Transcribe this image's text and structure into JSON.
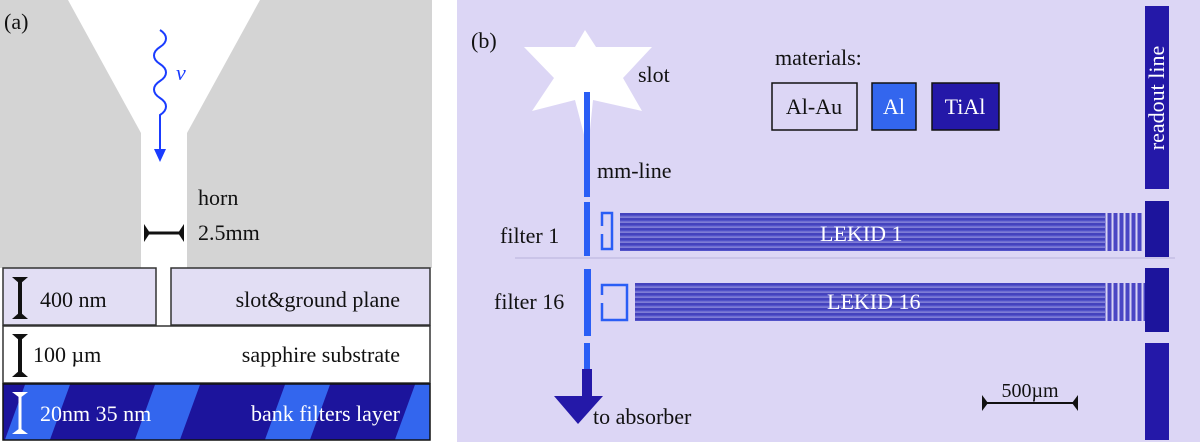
{
  "panel_a": {
    "label": "(a)",
    "photon_label": "ν",
    "horn_label": "horn",
    "horn_width": "2.5mm",
    "layers": [
      {
        "thickness": "400 nm",
        "name": "slot&ground plane"
      },
      {
        "thickness": "100 µm",
        "name": "sapphire substrate"
      },
      {
        "thickness": "20nm 35 nm",
        "name": "bank filters layer"
      }
    ]
  },
  "panel_b": {
    "label": "(b)",
    "slot_label": "slot",
    "mmline_label": "mm-line",
    "materials_title": "materials:",
    "materials": [
      {
        "name": "Al-Au",
        "color": "#dcd6f5"
      },
      {
        "name": "Al",
        "color": "#3366ee"
      },
      {
        "name": "TiAl",
        "color": "#2418a8"
      }
    ],
    "readout_label": "readout line",
    "filters": [
      {
        "label": "filter 1",
        "lekid": "LEKID 1"
      },
      {
        "label": "filter 16",
        "lekid": "LEKID 16"
      }
    ],
    "absorber_label": "to absorber",
    "scale_bar": "500µm"
  },
  "colors": {
    "horn_grey": "#d4d4d4",
    "panel_b_bg": "#dcd6f5",
    "al_blue": "#2a5ef5",
    "tial_navy": "#2418a8",
    "photon_blue": "#1a3cff"
  }
}
